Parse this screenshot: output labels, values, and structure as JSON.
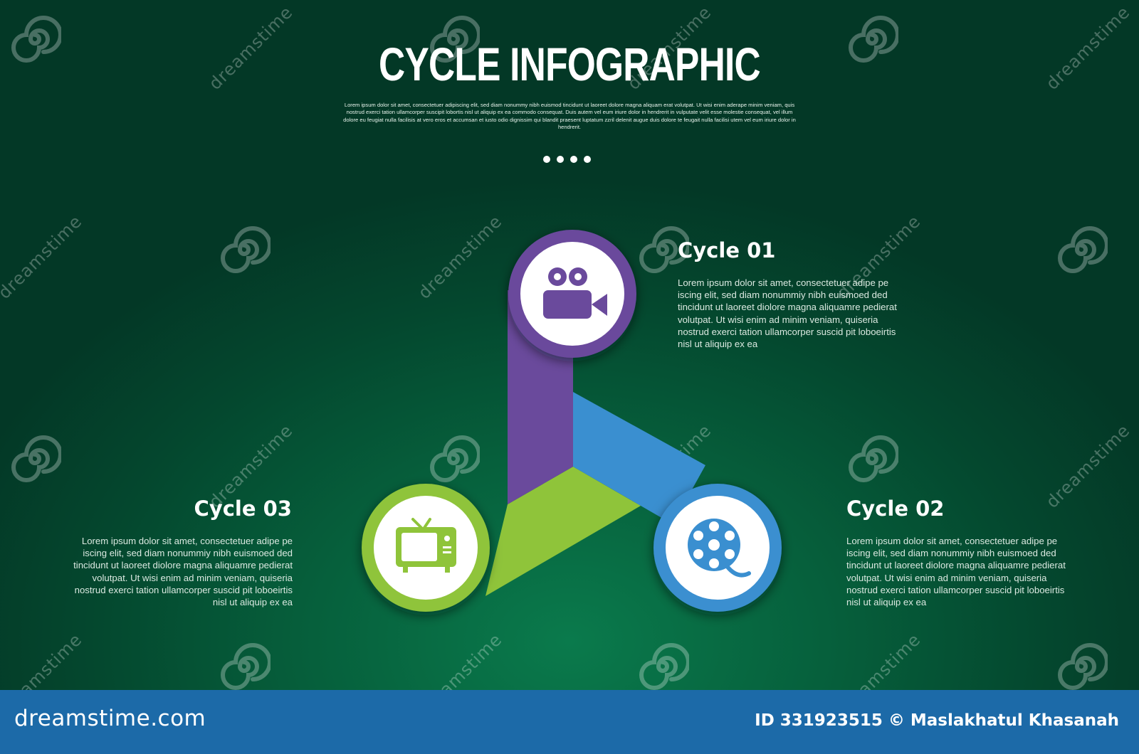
{
  "header": {
    "title": "CYCLE INFOGRAPHIC",
    "intro": "Lorem ipsum dolor sit amet, consectetuer adipiscing elit, sed diam nonummy nibh euismod tincidunt ut laoreet dolore magna aliquam erat volutpat. Ut wisi enim aderape minim veniam, quis nostrud exerci tation ullamcorper suscipit lobortis nisl ut aliquip ex ea commodo consequat. Duis autem vel eum iriure dolor in hendrerit in vulputate velit esse molestie consequat, vel illum dolore eu feugiat nulla facilisis at vero eros et accumsan et iusto odio dignissim qui blandit praesent luptatum zzril delenit augue duis dolore te feugait nulla facilisi utem vel eum iriure dolor in hendrerit.",
    "page_dots": 4
  },
  "cycles": [
    {
      "heading": "Cycle 01",
      "description": "Lorem ipsum dolor sit amet, consectetuer adipe pe iscing elit, sed diam nonummiy nibh euismoed ded tincidunt ut laoreet diolore magna aliquamre pedierat volutpat. Ut wisi enim ad minim veniam, quiseria nostrud exerci tation ullamcorper suscid pit loboeirtis nisl ut aliquip ex ea",
      "icon": "video-camera-icon",
      "color": "#6a4a9c"
    },
    {
      "heading": "Cycle 02",
      "description": "Lorem ipsum dolor sit amet, consectetuer adipe pe iscing elit, sed diam nonummiy nibh euismoed ded tincidunt ut laoreet diolore magna aliquamre pedierat volutpat. Ut wisi enim ad minim veniam, quiseria nostrud exerci tation ullamcorper suscid pit loboeirtis nisl ut aliquip ex ea",
      "icon": "film-reel-icon",
      "color": "#3a8fd0"
    },
    {
      "heading": "Cycle 03",
      "description": "Lorem ipsum dolor sit amet, consectetuer adipe pe iscing elit, sed diam nonummiy nibh euismoed ded tincidunt ut laoreet diolore magna aliquamre pedierat volutpat. Ut wisi enim ad minim veniam, quiseria nostrud exerci tation ullamcorper suscid pit loboeirtis nisl ut aliquip ex ea",
      "icon": "television-icon",
      "color": "#8fc43a"
    }
  ],
  "watermark": {
    "text": "dreamstime",
    "icon": "dreamstime-spiral-icon"
  },
  "footer": {
    "brand": "dreamstime.com",
    "credit": "ID 331923515 © Maslakhatul Khasanah",
    "color": "#1c6aa8"
  }
}
